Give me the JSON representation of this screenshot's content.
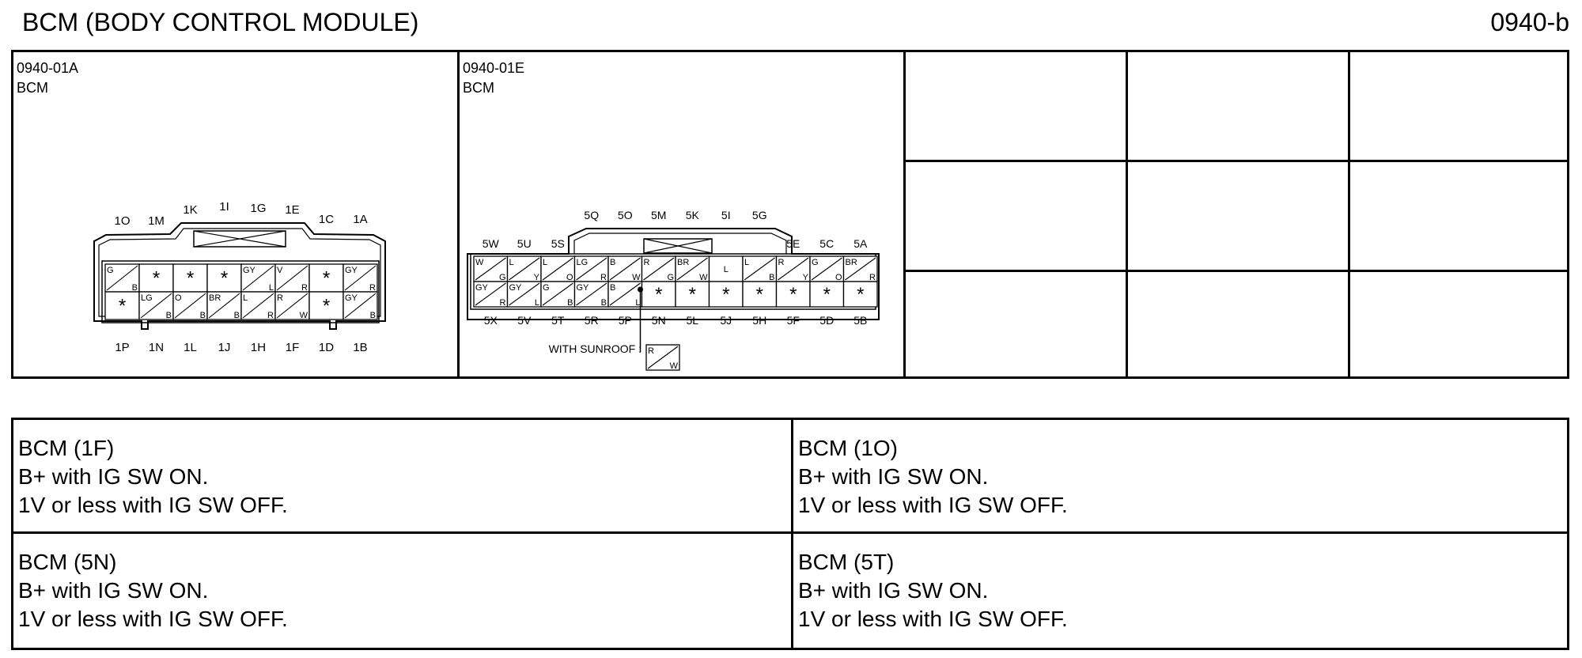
{
  "header": {
    "title": "BCM (BODY CONTROL MODULE)",
    "page_code": "0940-b"
  },
  "connectors": [
    {
      "code": "0940-01A",
      "name": "BCM",
      "top_labels": [
        "1O",
        "1M",
        "1K",
        "1I",
        "1G",
        "1E",
        "1C",
        "1A"
      ],
      "bottom_labels": [
        "1P",
        "1N",
        "1L",
        "1J",
        "1H",
        "1F",
        "1D",
        "1B"
      ],
      "rows": [
        [
          {
            "a": "G",
            "b": "B"
          },
          {
            "a": "*",
            "b": ""
          },
          {
            "a": "*",
            "b": ""
          },
          {
            "a": "*",
            "b": ""
          },
          {
            "a": "GY",
            "b": "L"
          },
          {
            "a": "V",
            "b": "R"
          },
          {
            "a": "*",
            "b": ""
          },
          {
            "a": "GY",
            "b": "R"
          }
        ],
        [
          {
            "a": "*",
            "b": ""
          },
          {
            "a": "LG",
            "b": "B"
          },
          {
            "a": "O",
            "b": "B"
          },
          {
            "a": "BR",
            "b": "B"
          },
          {
            "a": "L",
            "b": "R"
          },
          {
            "a": "R",
            "b": "W"
          },
          {
            "a": "*",
            "b": ""
          },
          {
            "a": "GY",
            "b": "B"
          }
        ]
      ]
    },
    {
      "code": "0940-01E",
      "name": "BCM",
      "top_labels": [
        "5W",
        "5U",
        "5S",
        "5Q",
        "5O",
        "5M",
        "5K",
        "5I",
        "5G",
        "5E",
        "5C",
        "5A"
      ],
      "bottom_labels": [
        "5X",
        "5V",
        "5T",
        "5R",
        "5P",
        "5N",
        "5L",
        "5J",
        "5H",
        "5F",
        "5D",
        "5B"
      ],
      "rows": [
        [
          {
            "a": "W",
            "b": "G"
          },
          {
            "a": "L",
            "b": "Y"
          },
          {
            "a": "L",
            "b": "O"
          },
          {
            "a": "LG",
            "b": "R"
          },
          {
            "a": "B",
            "b": "W"
          },
          {
            "a": "R",
            "b": "G"
          },
          {
            "a": "BR",
            "b": "W"
          },
          {
            "a": "L",
            "b": ""
          },
          {
            "a": "L",
            "b": "B"
          },
          {
            "a": "R",
            "b": "Y"
          },
          {
            "a": "G",
            "b": "O"
          },
          {
            "a": "BR",
            "b": "R"
          }
        ],
        [
          {
            "a": "GY",
            "b": "R"
          },
          {
            "a": "GY",
            "b": "L"
          },
          {
            "a": "G",
            "b": "B"
          },
          {
            "a": "GY",
            "b": "B"
          },
          {
            "a": "B",
            "b": "L"
          },
          {
            "a": "*",
            "b": ""
          },
          {
            "a": "*",
            "b": ""
          },
          {
            "a": "*",
            "b": ""
          },
          {
            "a": "*",
            "b": ""
          },
          {
            "a": "*",
            "b": ""
          },
          {
            "a": "*",
            "b": ""
          },
          {
            "a": "*",
            "b": ""
          }
        ]
      ],
      "sunroof_label": "WITH SUNROOF :",
      "sunroof_wire": {
        "a": "R",
        "b": "W"
      }
    }
  ],
  "specs": [
    {
      "pin": "BCM (1F)",
      "line1": "B+ with IG SW ON.",
      "line2": "1V or less with IG SW OFF."
    },
    {
      "pin": "BCM (1O)",
      "line1": "B+ with IG SW ON.",
      "line2": "1V or less with IG SW OFF."
    },
    {
      "pin": "BCM (5N)",
      "line1": "B+ with IG SW ON.",
      "line2": "1V or less with IG SW OFF."
    },
    {
      "pin": "BCM (5T)",
      "line1": "B+ with IG SW ON.",
      "line2": "1V or less with IG SW OFF."
    }
  ]
}
